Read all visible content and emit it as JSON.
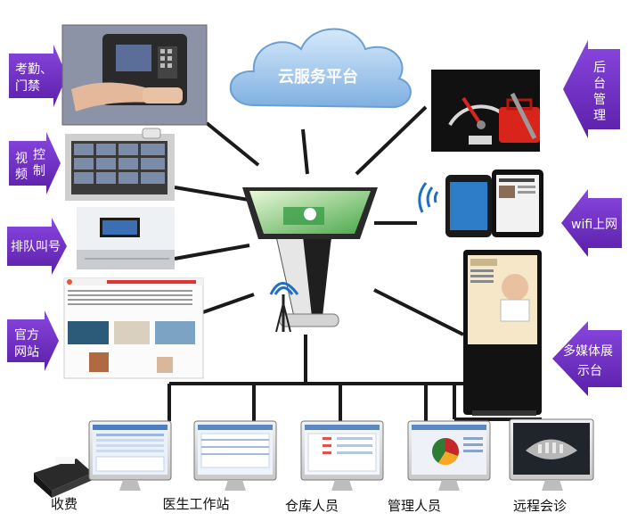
{
  "cloud": {
    "label": "云服务平台"
  },
  "left_labels": {
    "attendance_line1": "考勤、",
    "attendance_line2": "门禁",
    "video_col_a1": "视",
    "video_col_a2": "频",
    "video_col_b1": "控",
    "video_col_b2": "制",
    "queue": "排队叫号",
    "website_line1": "官方",
    "website_line2": "网站"
  },
  "right_labels": {
    "backend_1": "后",
    "backend_2": "台",
    "backend_3": "管",
    "backend_4": "理",
    "wifi": "wifi上网",
    "multimedia_line1": "多媒体展",
    "multimedia_line2": "示台"
  },
  "bottom_labels": {
    "cashier": "收费",
    "doctor": "医生工作站",
    "warehouse": "仓库人员",
    "manager": "管理人员",
    "remote": "远程会诊"
  },
  "colors": {
    "arrow": "#6b2bbd",
    "line": "#1a1a1a",
    "cloud": "#9fc3e8",
    "kiosk_screen": "#5cb85c"
  }
}
